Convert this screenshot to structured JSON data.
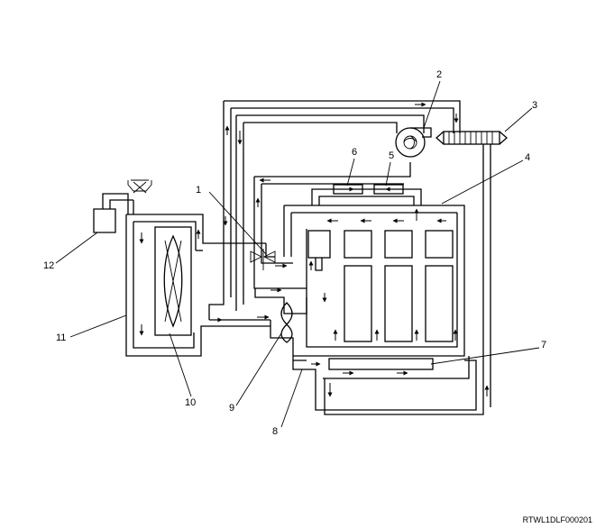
{
  "diagram": {
    "callouts": [
      "1",
      "2",
      "3",
      "4",
      "5",
      "6",
      "7",
      "8",
      "9",
      "10",
      "11",
      "12"
    ],
    "figure_code": "RTWL1DLF000201"
  }
}
